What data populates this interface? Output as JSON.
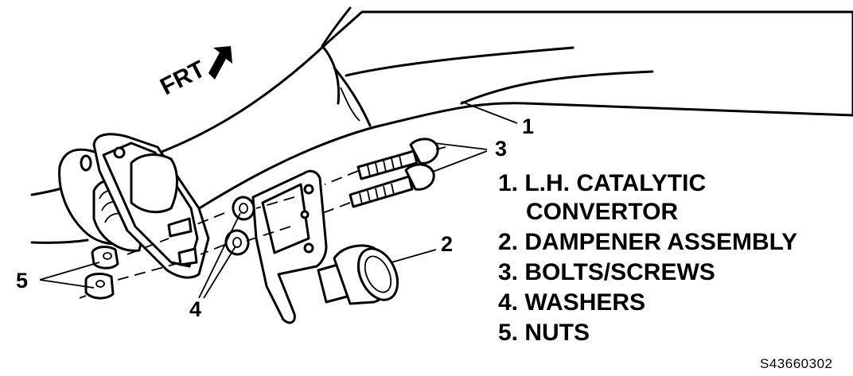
{
  "diagram": {
    "direction_label": "FRT",
    "callouts": {
      "c1": "1",
      "c2": "2",
      "c3": "3",
      "c4": "4",
      "c5": "5"
    },
    "legend": [
      {
        "line1": "1. L.H. CATALYTIC",
        "line2": "CONVERTOR"
      },
      {
        "line1": "2. DAMPENER ASSEMBLY"
      },
      {
        "line1": "3. BOLTS/SCREWS"
      },
      {
        "line1": "4. WASHERS"
      },
      {
        "line1": "5. NUTS"
      }
    ],
    "figure_code": "S43660302"
  }
}
